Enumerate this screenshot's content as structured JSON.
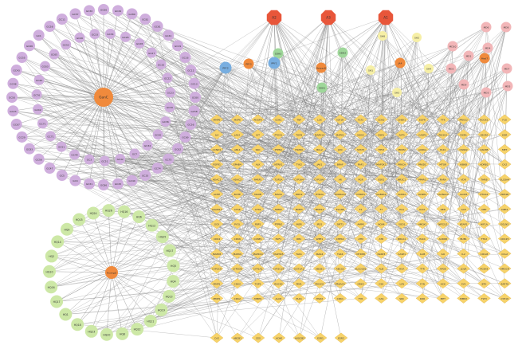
{
  "colors": {
    "edge": "#7a7a7a",
    "gc": "#cfaedd",
    "gc_hub": "#f08a3c",
    "hq": "#cde8a6",
    "hq_hub": "#f08a3c",
    "compound_a": "#e8563a",
    "pink": "#f2b6b8",
    "light_yellow": "#f6efa6",
    "green": "#9fd79a",
    "blue": "#78aee0",
    "orange": "#f08a3c",
    "target": "#f7d36a",
    "target_stroke": "#d9a93a"
  },
  "nodes": {
    "gc_hub": "GanC",
    "hq_hub": "HuangQ",
    "gc_outer": [
      "GC66",
      "GC49",
      "GC80",
      "GC81",
      "GC61",
      "GC41",
      "GC19",
      "GC16",
      "GC12",
      "GC13",
      "GC60",
      "GC58",
      "GC56",
      "GC69",
      "GC62",
      "GC75",
      "GC74",
      "GC33",
      "GC44",
      "GC45",
      "GC86",
      "GC31",
      "GC4",
      "GC5",
      "GC47",
      "GC56",
      "GC83",
      "GC29",
      "GC67",
      "GC23",
      "GC50",
      "GC48",
      "GC43",
      "GC55",
      "GC66",
      "GC1",
      "GC58",
      "GC11",
      "GC57",
      "GC30"
    ],
    "gc_inner": [
      "GC34",
      "GC26",
      "GC28",
      "GC27",
      "GC33",
      "GC22",
      "GC23",
      "GC30",
      "GC36",
      "GC40",
      "GC34",
      "GC7",
      "GC42",
      "GC51",
      "GC3",
      "GC44",
      "GC51",
      "GC71",
      "GC71",
      "GC42",
      "GC76",
      "GC40",
      "GC63",
      "GC65",
      "GC52",
      "GC46",
      "GC33"
    ],
    "hq_ring": [
      "HQ15",
      "HQ24",
      "HQ26",
      "HQ16",
      "HQ6",
      "HQ12",
      "HQ25",
      "HQ17",
      "HQ5",
      "HQ4",
      "HQ13",
      "HQ19",
      "HQ11",
      "HQ22",
      "HQ8",
      "HQ20",
      "HQ23",
      "HQ18",
      "HQ1",
      "HQ17",
      "HQ16",
      "HQ10",
      "HQ2",
      "HQ14",
      "HQ9"
    ],
    "compounds_top": [
      "A2",
      "A3",
      "A1"
    ],
    "pink": [
      "MD6",
      "MD4",
      "MD8",
      "MD10",
      "MD1",
      "MD2",
      "MD7",
      "MD9",
      "MD3",
      "MD5"
    ],
    "light_yellow": [
      "SH2",
      "SH8",
      "SH1",
      "SH4",
      "SH3",
      "SH6"
    ],
    "green": [
      "SDH3",
      "SDH2",
      "SDH1"
    ],
    "blue": [
      "PPY2",
      "PPY1"
    ],
    "orange_small": [
      "PPY3",
      "BaiyaoB",
      "Med7",
      "JA4"
    ],
    "targets": [
      [
        "MMP9",
        "MAPK",
        "PDGFR",
        "CDK1",
        "TNF",
        "LCK",
        "IGF1R",
        "FLT3",
        "CDK2",
        "CHEK1",
        "EGFR",
        "TTK",
        "PRKCQ",
        "ROCK1",
        "F10"
      ],
      [
        "IL4",
        "JAK2",
        "KIT",
        "PTGS1",
        "TGFB",
        "MAPK14",
        "MAPK1",
        "NOS2",
        "ESR1",
        "AKT1",
        "CASP3",
        "PIK3CA",
        "RXRA",
        "VEGFA",
        "KDR"
      ],
      [
        "CCND1",
        "ABL1",
        "SRC",
        "PTPN1",
        "HSP90",
        "BCL2",
        "JUN",
        "STAT3",
        "TP53",
        "MDM2",
        "AURKA",
        "PLK1",
        "CSNK2",
        "GSK3B",
        "MET"
      ],
      [
        "FGFR1",
        "EPHB4",
        "ALK",
        "NTRK1",
        "TYK2",
        "JAK1",
        "BRAF",
        "RAF1",
        "MAP2K1",
        "PRKCA",
        "PRKDC",
        "MTOR",
        "IKBKB",
        "ADRB2",
        "CA2"
      ],
      [
        "HDAC1",
        "HDAC2",
        "PARP1",
        "TOP2A",
        "CYP3A4",
        "CYP19A1",
        "AR",
        "PGR",
        "ESR2",
        "NR3C1",
        "PPARG",
        "RARA",
        "VDR",
        "THRB",
        "SLC6A4"
      ],
      [
        "ACHE",
        "BCHE",
        "MAOB",
        "MAOA",
        "DRD2",
        "HTR2A",
        "ADORA2A",
        "CHRM1",
        "GABRA1",
        "SCN5A",
        "KCNH2",
        "CACNA1C",
        "ALOX5",
        "PTGS2",
        "PDE4D"
      ],
      [
        "ADAM17",
        "CTSK",
        "CTSS",
        "MMP2",
        "MMP3",
        "MMP12",
        "ELANE",
        "F2",
        "F7",
        "PLG",
        "KLK1",
        "REN",
        "ACE",
        "NEP",
        "DPP4"
      ],
      [
        "GCK",
        "PYGL",
        "FBP1",
        "PTPN2",
        "INSR",
        "IRS1",
        "SIRT1",
        "AMPK",
        "NOX4",
        "SOD1",
        "HMOX1",
        "NFE2L2",
        "KEAP1",
        "HIF1A",
        "EGLN1"
      ],
      [
        "CDK4",
        "CDK6",
        "CCNE1",
        "E2F1",
        "RB1",
        "WEE1",
        "CHEK2",
        "ATM",
        "ATR",
        "BRCA1",
        "PLK4",
        "AURKB",
        "BUB1",
        "TTK2",
        "CDC25"
      ],
      [
        "MAPK8",
        "MAPK9",
        "MAPK10",
        "MAP3K5",
        "TAK1",
        "IRAK4",
        "TLR4",
        "MYD88",
        "NLRP3",
        "CASP1",
        "IL1B",
        "IL6",
        "IL2",
        "CXCL8",
        "CCL2"
      ],
      [
        "CYP2C9",
        "CYP2D6",
        "CYP1A2",
        "CYP2C19",
        "UGT1A1",
        "ABCB1",
        "ABCG2",
        "SLCO1B1",
        "ALB",
        "HSA",
        "TTR",
        "APOE",
        "LDLR",
        "PCSK9",
        "HMGCR"
      ],
      [
        "MMP1",
        "CDK2",
        "TOP1",
        "ROCK2",
        "PIM1",
        "PIK3CG",
        "PRKACA",
        "GRK2",
        "CSK",
        "LYN",
        "FYN",
        "HCK",
        "SYK",
        "BTK",
        "ZAP70"
      ],
      [
        "MMP1",
        "CDK2",
        "MMP9",
        "ALOX",
        "PLK1",
        "HSD2",
        "CDK1",
        "TYR",
        "CAS",
        "SRC",
        "KDR",
        "MET",
        "MMP2",
        "FLT3",
        "CYP19"
      ]
    ],
    "targets_bottom": [
      "CA2",
      "ABCB1",
      "CES",
      "ACHE",
      "AXOCB2",
      "ESR1",
      "ESR2"
    ]
  }
}
